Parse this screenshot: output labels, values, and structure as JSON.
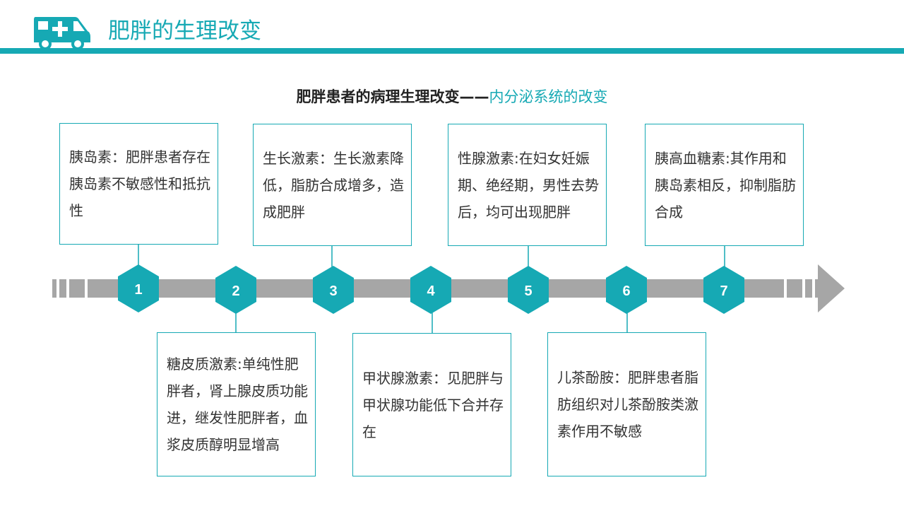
{
  "header": {
    "icon": "ambulance-icon",
    "title": "肥胖的生理改变"
  },
  "subtitle": {
    "main": "肥胖患者的病理生理改变——",
    "accent": "内分泌系统的改变"
  },
  "colors": {
    "accent": "#16a9b4",
    "timeline_bar": "#a6a6a6",
    "text": "#333333"
  },
  "steps": [
    {
      "number": "1",
      "text": "胰岛素：肥胖患者存在胰岛素不敏感性和抵抗性"
    },
    {
      "number": "2",
      "text": "糖皮质激素:单纯性肥胖者，肾上腺皮质功能进，继发性肥胖者，血浆皮质醇明显增高"
    },
    {
      "number": "3",
      "text": "生长激素：生长激素降低，脂肪合成增多，造成肥胖"
    },
    {
      "number": "4",
      "text": "甲状腺激素：见肥胖与甲状腺功能低下合并存在"
    },
    {
      "number": "5",
      "text": "性腺激素:在妇女妊娠期、绝经期，男性去势后，均可出现肥胖"
    },
    {
      "number": "6",
      "text": "儿茶酚胺：肥胖患者脂肪组织对儿茶酚胺类激素作用不敏感"
    },
    {
      "number": "7",
      "text": "胰高血糖素:其作用和胰岛素相反，抑制脂肪合成"
    }
  ]
}
